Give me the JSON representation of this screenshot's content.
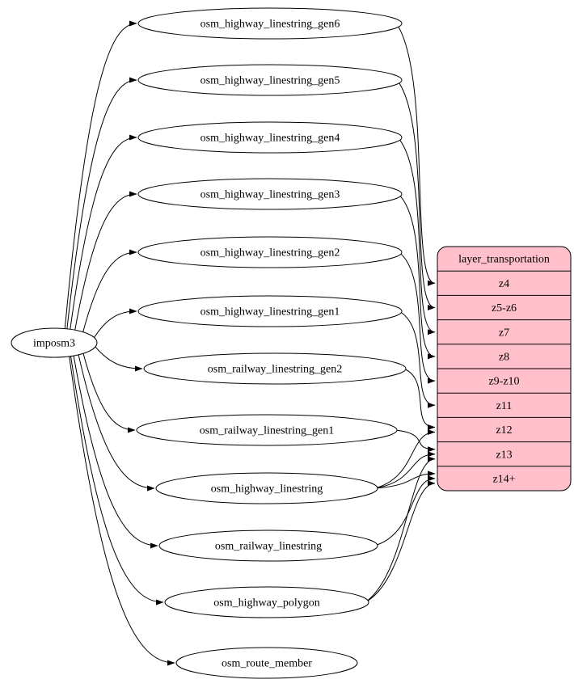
{
  "diagram": {
    "source": {
      "id": "imposm3",
      "label": "imposm3"
    },
    "tables": [
      {
        "id": "osm_highway_linestring_gen6",
        "label": "osm_highway_linestring_gen6"
      },
      {
        "id": "osm_highway_linestring_gen5",
        "label": "osm_highway_linestring_gen5"
      },
      {
        "id": "osm_highway_linestring_gen4",
        "label": "osm_highway_linestring_gen4"
      },
      {
        "id": "osm_highway_linestring_gen3",
        "label": "osm_highway_linestring_gen3"
      },
      {
        "id": "osm_highway_linestring_gen2",
        "label": "osm_highway_linestring_gen2"
      },
      {
        "id": "osm_highway_linestring_gen1",
        "label": "osm_highway_linestring_gen1"
      },
      {
        "id": "osm_railway_linestring_gen2",
        "label": "osm_railway_linestring_gen2"
      },
      {
        "id": "osm_railway_linestring_gen1",
        "label": "osm_railway_linestring_gen1"
      },
      {
        "id": "osm_highway_linestring",
        "label": "osm_highway_linestring"
      },
      {
        "id": "osm_railway_linestring",
        "label": "osm_railway_linestring"
      },
      {
        "id": "osm_highway_polygon",
        "label": "osm_highway_polygon"
      },
      {
        "id": "osm_route_member",
        "label": "osm_route_member"
      }
    ],
    "layer": {
      "id": "layer_transportation",
      "title": "layer_transportation",
      "fill": "#ffc0cb",
      "rows": [
        "z4",
        "z5-z6",
        "z7",
        "z8",
        "z9-z10",
        "z11",
        "z12",
        "z13",
        "z14+"
      ]
    },
    "source_edges": [
      "osm_highway_linestring_gen6",
      "osm_highway_linestring_gen5",
      "osm_highway_linestring_gen4",
      "osm_highway_linestring_gen3",
      "osm_highway_linestring_gen2",
      "osm_highway_linestring_gen1",
      "osm_railway_linestring_gen2",
      "osm_railway_linestring_gen1",
      "osm_highway_linestring",
      "osm_railway_linestring",
      "osm_highway_polygon",
      "osm_route_member"
    ],
    "layer_edges": [
      {
        "from": "osm_highway_linestring_gen6",
        "to_row": "z4"
      },
      {
        "from": "osm_highway_linestring_gen5",
        "to_row": "z5-z6"
      },
      {
        "from": "osm_highway_linestring_gen4",
        "to_row": "z7"
      },
      {
        "from": "osm_highway_linestring_gen3",
        "to_row": "z8"
      },
      {
        "from": "osm_highway_linestring_gen2",
        "to_row": "z9-z10"
      },
      {
        "from": "osm_highway_linestring_gen1",
        "to_row": "z11"
      },
      {
        "from": "osm_railway_linestring_gen2",
        "to_row": "z12"
      },
      {
        "from": "osm_railway_linestring_gen1",
        "to_row": "z13"
      },
      {
        "from": "osm_highway_linestring",
        "to_row": "z12"
      },
      {
        "from": "osm_highway_linestring",
        "to_row": "z13"
      },
      {
        "from": "osm_highway_linestring",
        "to_row": "z14+"
      },
      {
        "from": "osm_railway_linestring",
        "to_row": "z14+"
      },
      {
        "from": "osm_highway_polygon",
        "to_row": "z13"
      },
      {
        "from": "osm_highway_polygon",
        "to_row": "z14+"
      }
    ],
    "colors": {
      "node_fill": "#ffffff",
      "stroke": "#000000",
      "layer_fill": "#ffc0cb"
    }
  }
}
